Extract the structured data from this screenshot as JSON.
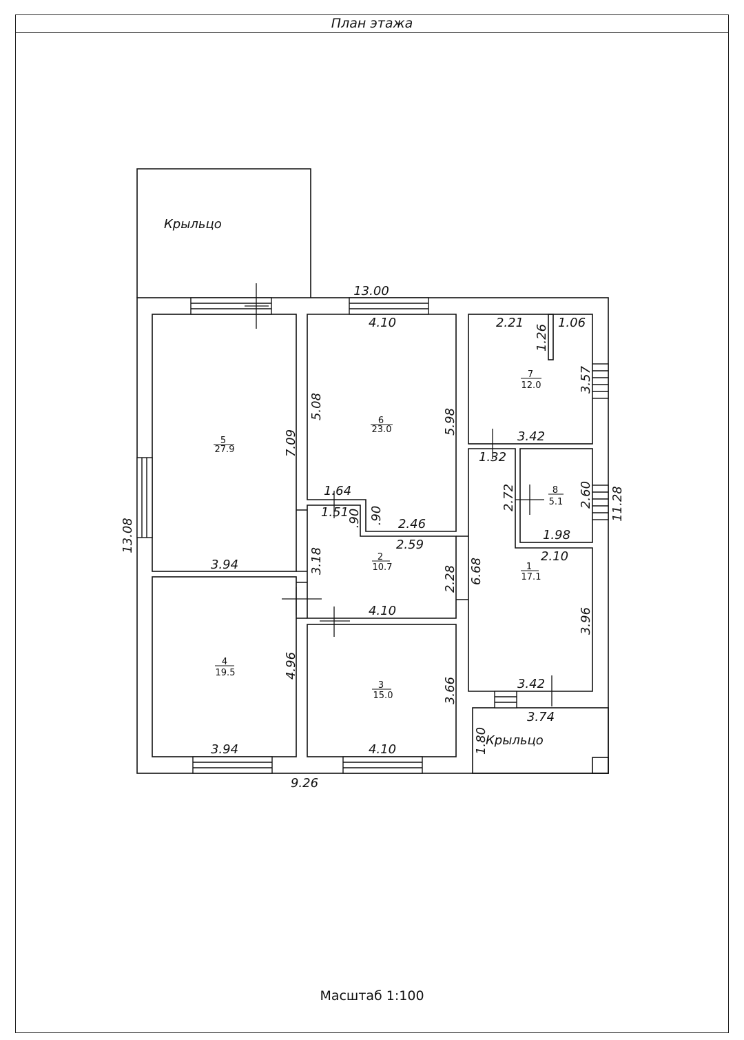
{
  "title": "План этажа",
  "scale_label": "Масштаб 1:100",
  "porch_label": "Крыльцо",
  "rooms": [
    {
      "number": "1",
      "area": "17.1"
    },
    {
      "number": "2",
      "area": "10.7"
    },
    {
      "number": "3",
      "area": "15.0"
    },
    {
      "number": "4",
      "area": "19.5"
    },
    {
      "number": "5",
      "area": "27.9"
    },
    {
      "number": "6",
      "area": "23.0"
    },
    {
      "number": "7",
      "area": "12.0"
    },
    {
      "number": "8",
      "area": "5.1"
    }
  ],
  "dimensions": {
    "top_total": "13.00",
    "left_total": "13.08",
    "right_total": "11.28",
    "bottom_total": "9.26",
    "room5_width": "3.94",
    "room5_height": "7.09",
    "room4_width_bottom": "3.94",
    "room4_height": "4.96",
    "room6_width": "4.10",
    "room6_left_height": "5.08",
    "room6_right_height": "5.98",
    "room6_bottom_width": "2.46",
    "hall_notch_top": "1.64",
    "hall_notch_bottom": "1.51",
    "hall_notch_h1": ".90",
    "hall_notch_h2": ".90",
    "room2_top_width": "2.59",
    "room2_left_height": "3.18",
    "room2_right_height": "2.28",
    "room2_bottom_width": "4.10",
    "room3_height": "3.66",
    "room3_width": "4.10",
    "room7_top_left": "2.21",
    "room7_top_right": "1.06",
    "room7_partition": "1.26",
    "room7_height": "3.57",
    "room7_bottom": "3.42",
    "corridor_width": "1.32",
    "corridor_height_small": "2.72",
    "corridor_height": "6.68",
    "room8_height": "2.60",
    "room8_width": "1.98",
    "room1_top": "2.10",
    "room1_height": "3.96",
    "room1_bottom": "3.42",
    "porch2_width": "3.74",
    "porch2_height": "1.80"
  }
}
